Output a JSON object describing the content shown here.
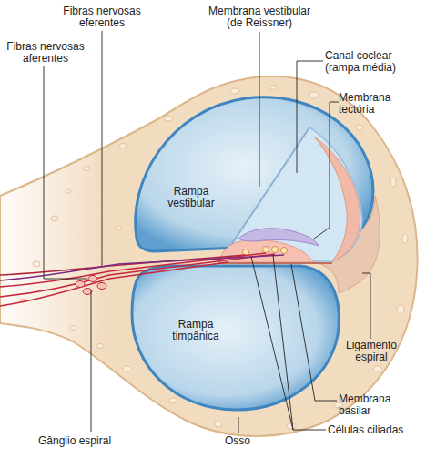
{
  "diagram": {
    "labels": [
      "Fibras nervosas eferentes",
      "Fibras nervosas aferentes",
      "Membrana vestibular (de Reissner)",
      "Canal coclear (rampa média)",
      "Membrana tectória",
      "Rampa vestibular",
      "Rampa timpânica",
      "Ligamento espiral",
      "Membrana basilar",
      "Gânglio espiral",
      "Osso",
      "Células ciliadas"
    ]
  }
}
